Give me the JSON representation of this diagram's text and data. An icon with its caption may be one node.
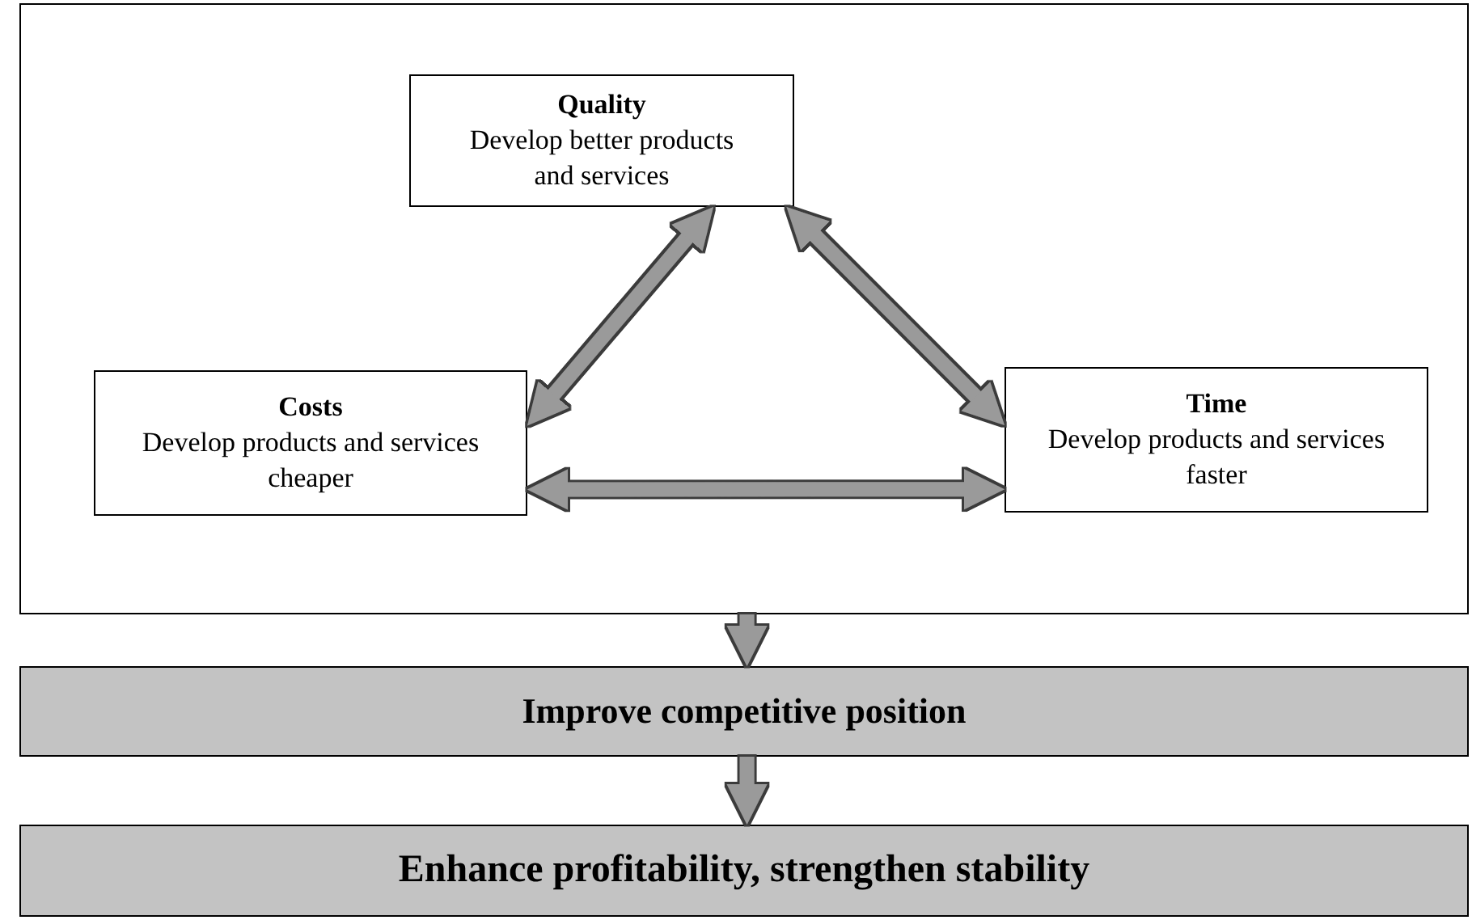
{
  "diagram": {
    "nodes": [
      {
        "text": [],
        "shape": "box"
      },
      {
        "text": [
          "Quality",
          "Develop better products and services"
        ],
        "in": 0
      },
      {
        "text": [
          "Costs",
          "Develop products and services cheaper"
        ],
        "in": 0
      },
      {
        "text": [
          "Time",
          "Develop products and services faster"
        ],
        "in": 0
      },
      {
        "text": [
          "Improve competitive position"
        ]
      },
      {
        "text": [
          "Enhance profitability, strengthen stability"
        ]
      }
    ],
    "edges": [
      {
        "from": 1,
        "to": 2,
        "arrow": "both"
      },
      {
        "from": 1,
        "to": 3,
        "arrow": "both"
      },
      {
        "from": 2,
        "to": 3,
        "arrow": "both"
      },
      {
        "from": 0,
        "to": 4,
        "arrow": "to"
      },
      {
        "from": 4,
        "to": 5,
        "arrow": "to"
      }
    ]
  }
}
